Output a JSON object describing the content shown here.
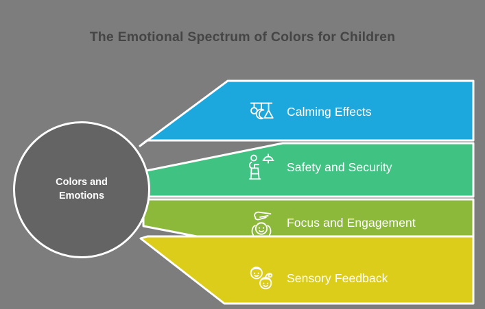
{
  "page": {
    "background_color": "#7d7d7d",
    "title": "The Emotional Spectrum of Colors for Children",
    "title_color": "#454545"
  },
  "hub": {
    "label": "Colors and\nEmotions",
    "fill_color": "#646464",
    "border_color": "#ffffff",
    "text_color": "#ffffff"
  },
  "bands": [
    {
      "label": "Calming Effects",
      "color": "#1ca8dd",
      "icon": "baby-mobile-icon",
      "text_color": "#ffffff"
    },
    {
      "label": "Safety and Security",
      "color": "#40c283",
      "icon": "child-high-chair-icon",
      "text_color": "#ffffff"
    },
    {
      "label": "Focus and Engagement",
      "color": "#8cb939",
      "icon": "baby-face-hands-icon",
      "text_color": "#ffffff"
    },
    {
      "label": "Sensory Feedback",
      "color": "#ddcd1b",
      "icon": "two-children-faces-icon",
      "text_color": "#ffffff"
    }
  ]
}
